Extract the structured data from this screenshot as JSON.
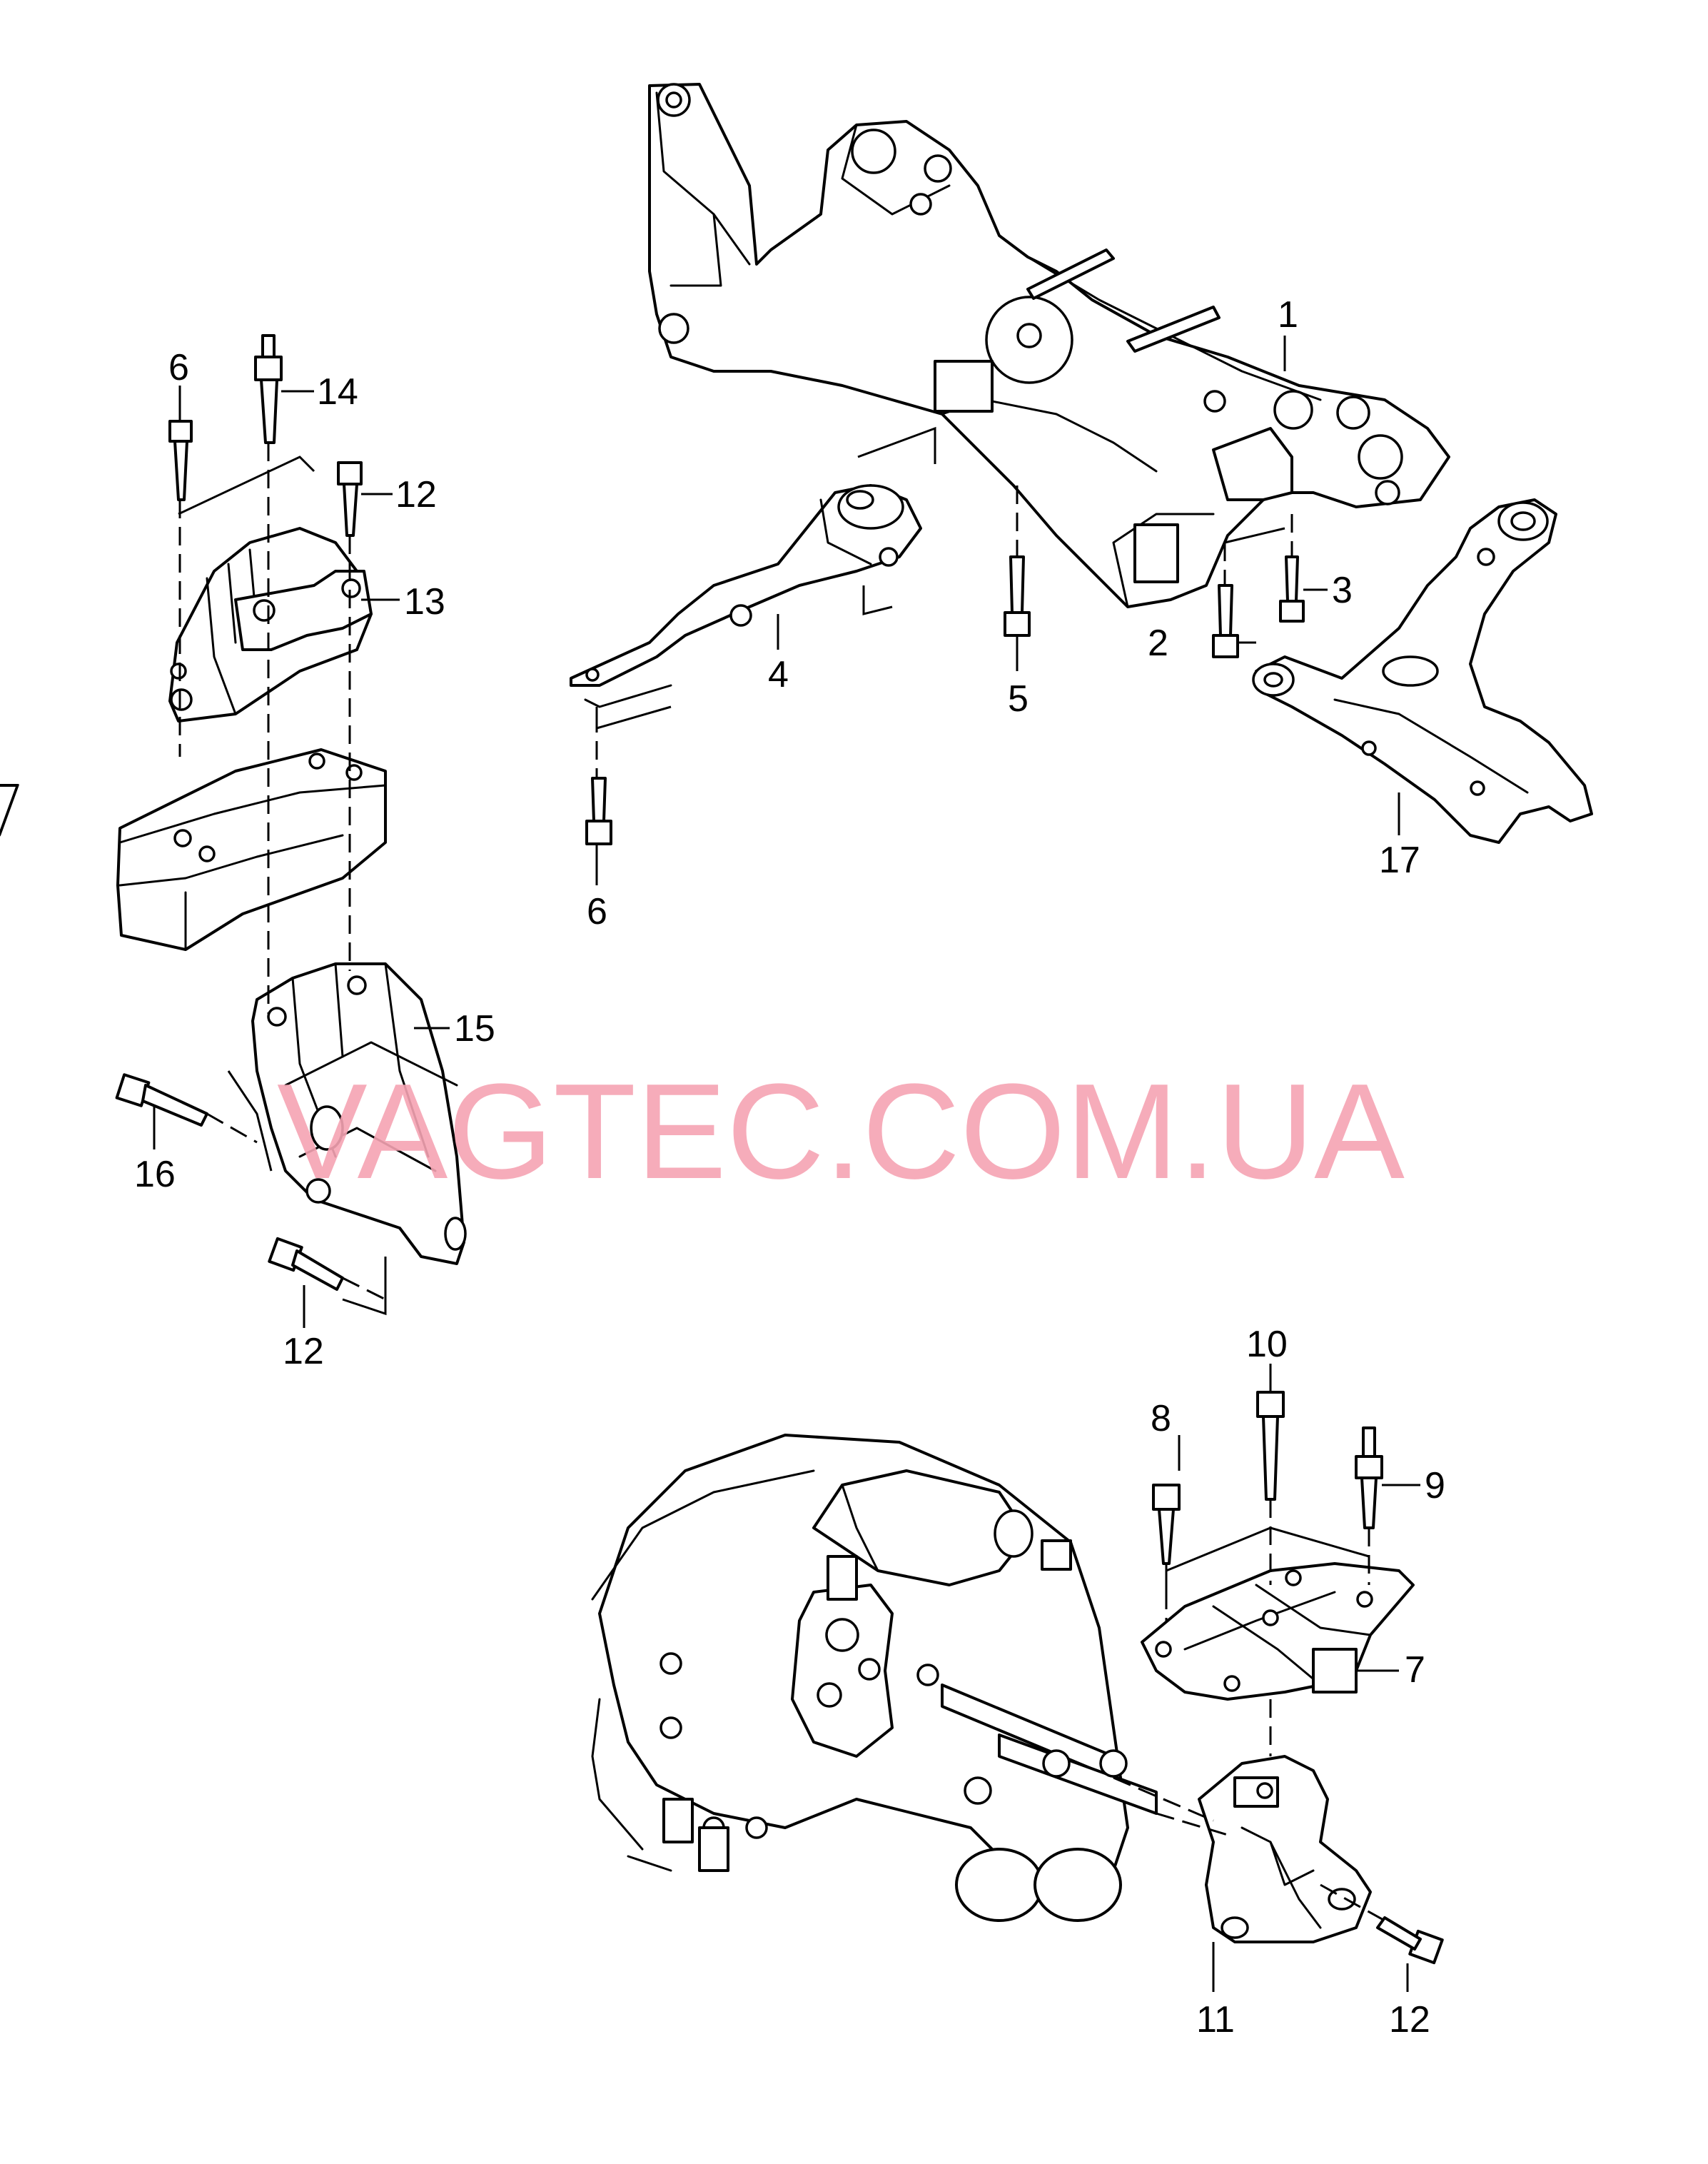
{
  "watermark": "VAGTEC.COM.UA",
  "callouts": {
    "c1": "1",
    "c2": "2",
    "c3": "3",
    "c4": "4",
    "c5": "5",
    "c6_top": "6",
    "c6_bottom": "6",
    "c7": "7",
    "c8": "8",
    "c9": "9",
    "c10": "10",
    "c11": "11",
    "c12_top": "12",
    "c12_left": "12",
    "c12_bottom": "12",
    "c13": "13",
    "c14": "14",
    "c15": "15",
    "c16": "16",
    "c17": "17"
  }
}
